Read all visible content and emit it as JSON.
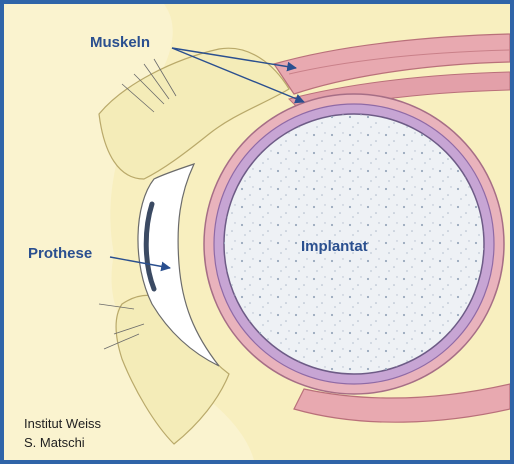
{
  "labels": {
    "muskeln": "Muskeln",
    "prothese": "Prothese",
    "implantat": "Implantat"
  },
  "credit": {
    "line1": "Institut Weiss",
    "line2": "S. Matschi"
  },
  "colors": {
    "frame": "#2f64a8",
    "label_text": "#2a4f8f",
    "tissue": "#f7f0c4",
    "muscle": "#e6a3ab",
    "sheath": "#b99ac8",
    "implant": "#eef1f5"
  },
  "icons": [
    "anatomical-illustration"
  ]
}
